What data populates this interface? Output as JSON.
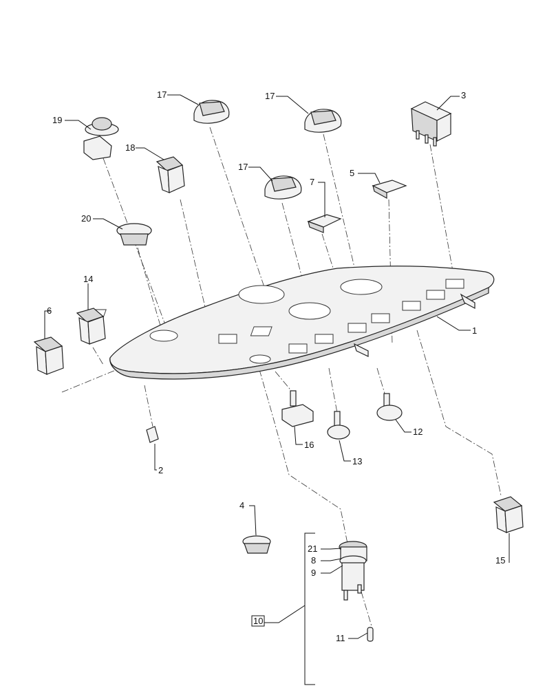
{
  "callouts": [
    {
      "id": "c1",
      "text": "1"
    },
    {
      "id": "c2",
      "text": "2"
    },
    {
      "id": "c3",
      "text": "3"
    },
    {
      "id": "c4",
      "text": "4"
    },
    {
      "id": "c5",
      "text": "5"
    },
    {
      "id": "c6",
      "text": "6"
    },
    {
      "id": "c7",
      "text": "7"
    },
    {
      "id": "c8",
      "text": "8"
    },
    {
      "id": "c9",
      "text": "9"
    },
    {
      "id": "c10",
      "text": "10"
    },
    {
      "id": "c11",
      "text": "11"
    },
    {
      "id": "c12",
      "text": "12"
    },
    {
      "id": "c13",
      "text": "13"
    },
    {
      "id": "c14",
      "text": "14"
    },
    {
      "id": "c15",
      "text": "15"
    },
    {
      "id": "c16",
      "text": "16"
    },
    {
      "id": "c17a",
      "text": "17"
    },
    {
      "id": "c17b",
      "text": "17"
    },
    {
      "id": "c17c",
      "text": "17"
    },
    {
      "id": "c18",
      "text": "18"
    },
    {
      "id": "c19",
      "text": "19"
    },
    {
      "id": "c20",
      "text": "20"
    },
    {
      "id": "c21",
      "text": "21"
    }
  ]
}
